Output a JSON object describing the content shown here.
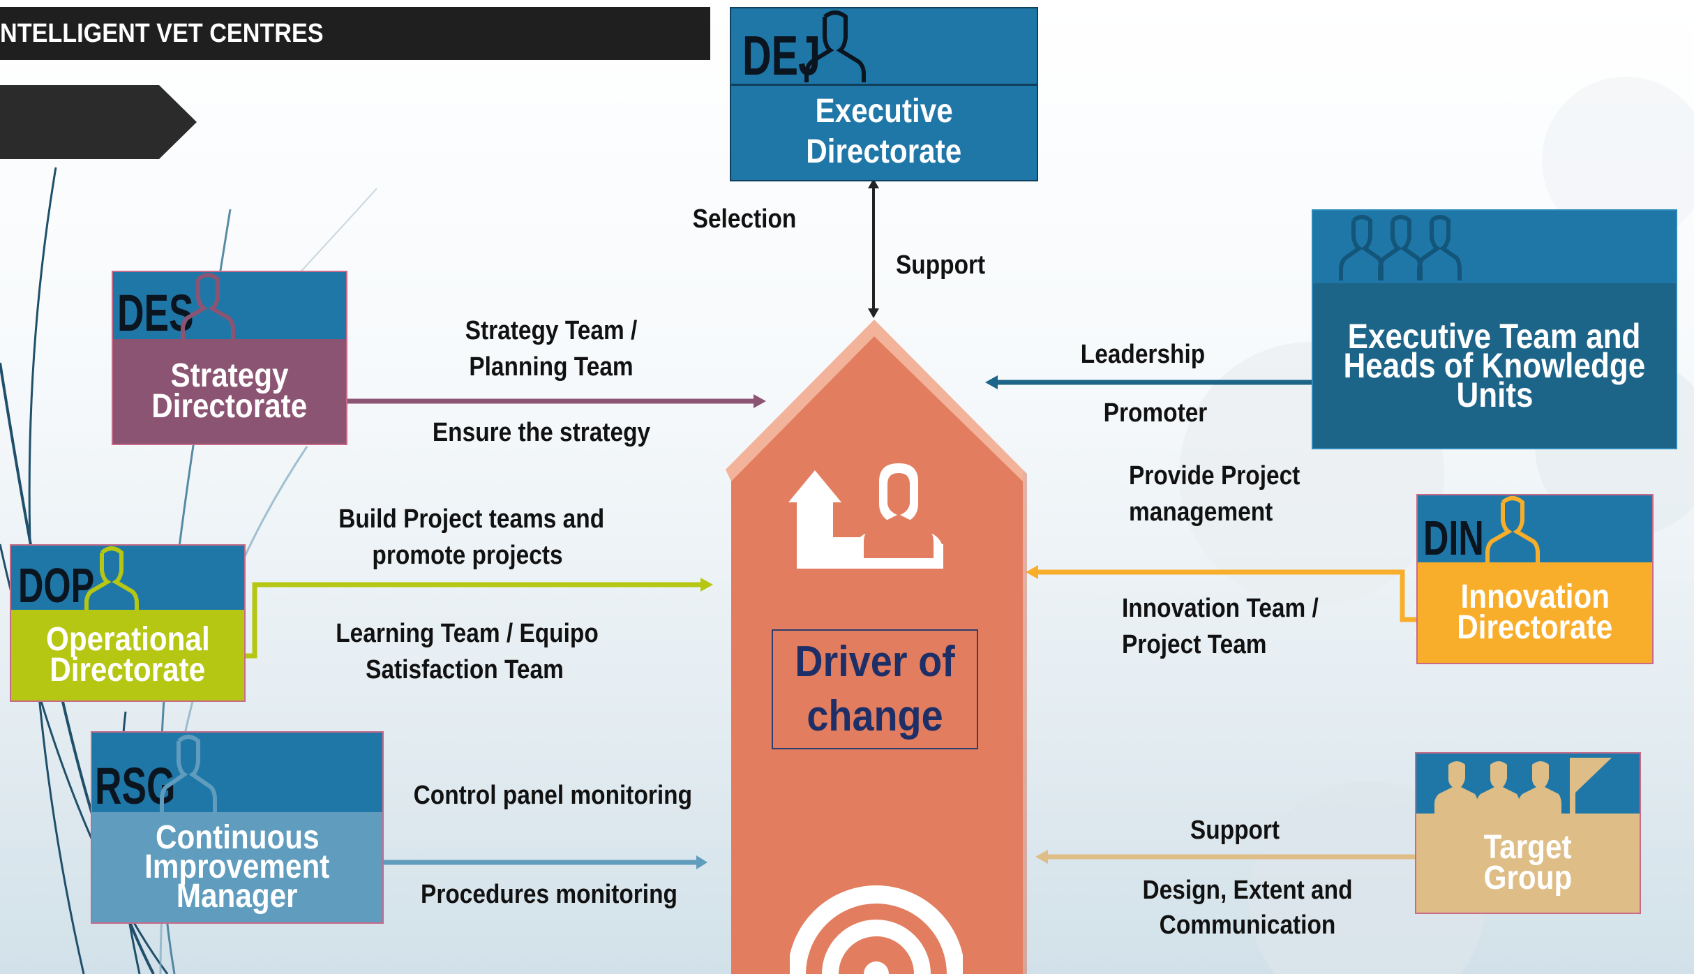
{
  "header": {
    "title": "NTELLIGENT VET CENTRES"
  },
  "center": {
    "line1": "Driver of",
    "line2": "change"
  },
  "nodes": {
    "dej": {
      "code": "DEJ",
      "line1": "Executive",
      "line2": "Directorate",
      "color": "#1f77a8"
    },
    "des": {
      "code": "DES",
      "line1": "Strategy",
      "line2": "Directorate",
      "color": "#8b5472"
    },
    "dop": {
      "code": "DOP",
      "line1": "Operational",
      "line2": "Directorate",
      "color": "#b5c613"
    },
    "rsg": {
      "code": "RSG",
      "line1": "Continuous",
      "line2": "Improvement",
      "line3": "Manager",
      "color": "#5f9cbd"
    },
    "exec_team": {
      "line1": "Executive Team and",
      "line2": "Heads of Knowledge",
      "line3": "Units",
      "color": "#1d6489"
    },
    "din": {
      "code": "DIN",
      "line1": "Innovation",
      "line2": "Directorate",
      "color": "#f8ae2b"
    },
    "target": {
      "line1": "Target",
      "line2": "Group",
      "color": "#dfbd86"
    }
  },
  "labels": {
    "selection": "Selection",
    "support_top": "Support",
    "strategy_team_1": "Strategy Team /",
    "strategy_team_2": "Planning Team",
    "ensure": "Ensure the strategy",
    "build_1": "Build Project teams and",
    "build_2": "promote projects",
    "learning_1": "Learning Team / Equipo",
    "learning_2": "Satisfaction Team",
    "control": "Control panel monitoring",
    "procedures": "Procedures monitoring",
    "leadership": "Leadership",
    "promoter": "Promoter",
    "provide_1": "Provide Project",
    "provide_2": "management",
    "innovation_1": "Innovation Team /",
    "innovation_2": "Project Team",
    "support_right": "Support",
    "design_1": "Design, Extent and",
    "design_2": "Communication"
  },
  "colors": {
    "arrow_center": "#e37d5f",
    "arrow_center_edge": "#f2b39a",
    "connector_des": "#8b5472",
    "connector_dop": "#b5c613",
    "connector_rsg": "#5f9cbd",
    "connector_exec": "#1d6489",
    "connector_din": "#f8ae2b",
    "connector_target": "#dfbd86"
  }
}
